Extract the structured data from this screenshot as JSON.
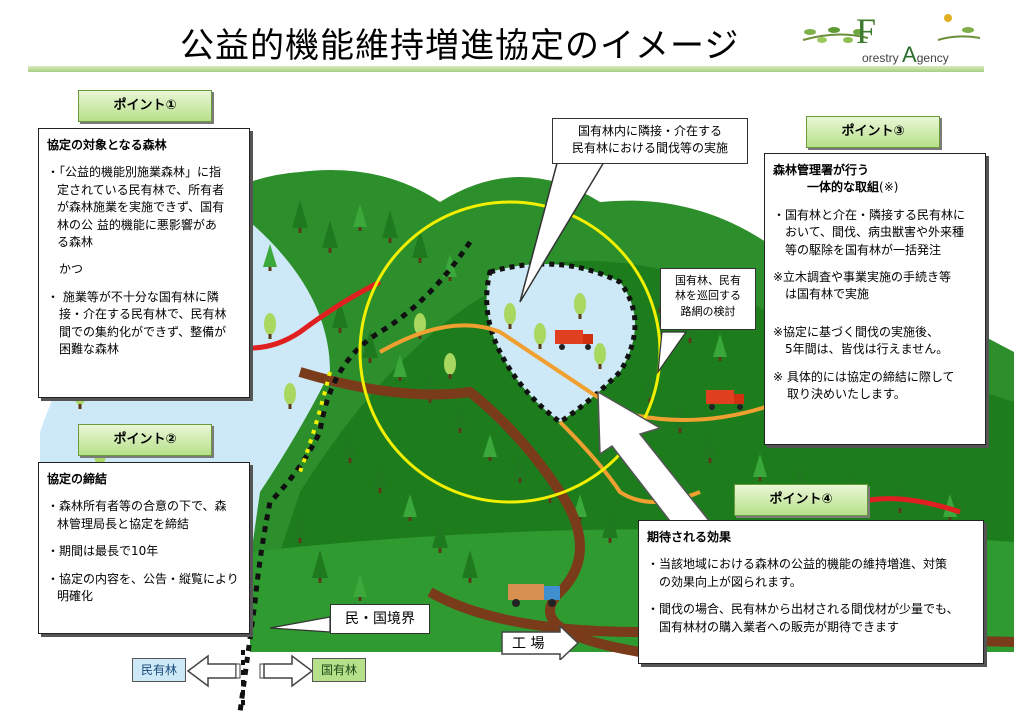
{
  "header": {
    "title": "公益的機能維持増進協定のイメージ",
    "logo_F": "F",
    "logo_rest1": "orestry",
    "logo_A": "A",
    "logo_rest2": "gency"
  },
  "point1": {
    "badge": "ポイント①",
    "heading": "協定の対象となる森林",
    "items": [
      "・「公益的機能別施業森林」に指",
      "定されている民有林で、所有者",
      "が森林施業を実施できず、国有",
      "林の公 益的機能に悪影響があ",
      "る森林",
      "かつ",
      "・ 施業等が不十分な国有林に隣",
      "接・介在する民有林で、民有林",
      "間での集約化ができず、整備が",
      "困難な森林"
    ]
  },
  "point2": {
    "badge": "ポイント②",
    "heading": "協定の締結",
    "items": [
      "・森林所有者等の合意の下で、森",
      "林管理局長と協定を締結",
      "・期間は最長で10年",
      "・協定の内容を、公告・縦覧により",
      "明確化"
    ]
  },
  "point3": {
    "badge": "ポイント③",
    "heading1": "森林管理署が行う",
    "heading2": "一体的な取組",
    "heading2_suffix": "(※)",
    "items": [
      "・国有林と介在・隣接する民有林に",
      "おいて、間伐、病虫獣害や外来種",
      "等の駆除を国有林が一括発注",
      "※立木調査や事業実施の手続き等",
      "は国有林で実施",
      "※協定に基づく間伐の実施後、",
      "5年間は、皆伐は行えません。",
      "※ 具体的には協定の締結に際して",
      "取り決めいたします。"
    ]
  },
  "point4": {
    "badge": "ポイント④",
    "heading": "期待される効果",
    "items": [
      "・当該地域における森林の公益的機能の維持増進、対策",
      "の効果向上が図られます。",
      "・間伐の場合、民有林から出材される間伐材が少量でも、",
      "国有林材の購入業者への販売が期待できます"
    ]
  },
  "callouts": {
    "top_line1": "国有林内に隣接・介在する",
    "top_line2": "民有林における間伐等の実施",
    "road_line1": "国有林、民有",
    "road_line2": "林を巡回する",
    "road_line3": "路網の検討",
    "boundary": "民・国境界",
    "factory": "工 場"
  },
  "legend": {
    "private": "民有林",
    "national": "国有林"
  },
  "colors": {
    "forest_dark": "#1f7a1f",
    "forest_light": "#3aa83a",
    "private_forest_bg": "#cde8f6",
    "road": "#7a3b1a",
    "red_road": "#e02020",
    "orange_road": "#f0a030",
    "circle": "#f2f000",
    "badge_green": "#b7e08a"
  }
}
